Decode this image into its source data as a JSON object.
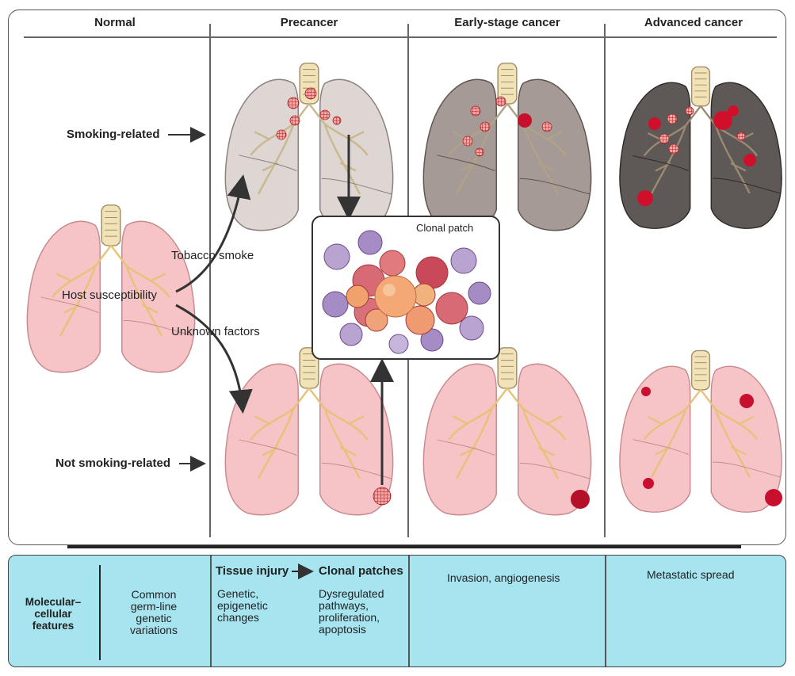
{
  "columns": [
    "Normal",
    "Precancer",
    "Early-stage cancer",
    "Advanced cancer"
  ],
  "rows": {
    "smoking": "Smoking-related",
    "not_smoking": "Not smoking-related"
  },
  "factors": {
    "tobacco": "Tobacco smoke",
    "host": "Host susceptibility",
    "unknown": "Unknown factors"
  },
  "inset": {
    "title": "Clonal patch"
  },
  "features": {
    "label": "Molecular–cellular features",
    "normal": "Common germ-line genetic variations",
    "tissue_injury": "Tissue injury",
    "clonal_patches": "Clonal patches",
    "genetic": "Genetic, epigenetic changes",
    "dysregulated": "Dysregulated pathways, proliferation, apoptosis",
    "early": "Invasion, angiogenesis",
    "advanced": "Metastatic spread"
  },
  "colors": {
    "panel": "#a6e4ef",
    "lung_pink": "#f6c4c6",
    "lung_gray_light": "#d8d2cf",
    "lung_gray_mid": "#9d918c",
    "lung_gray_dark": "#5e5856",
    "tumor": "#c8102e"
  }
}
